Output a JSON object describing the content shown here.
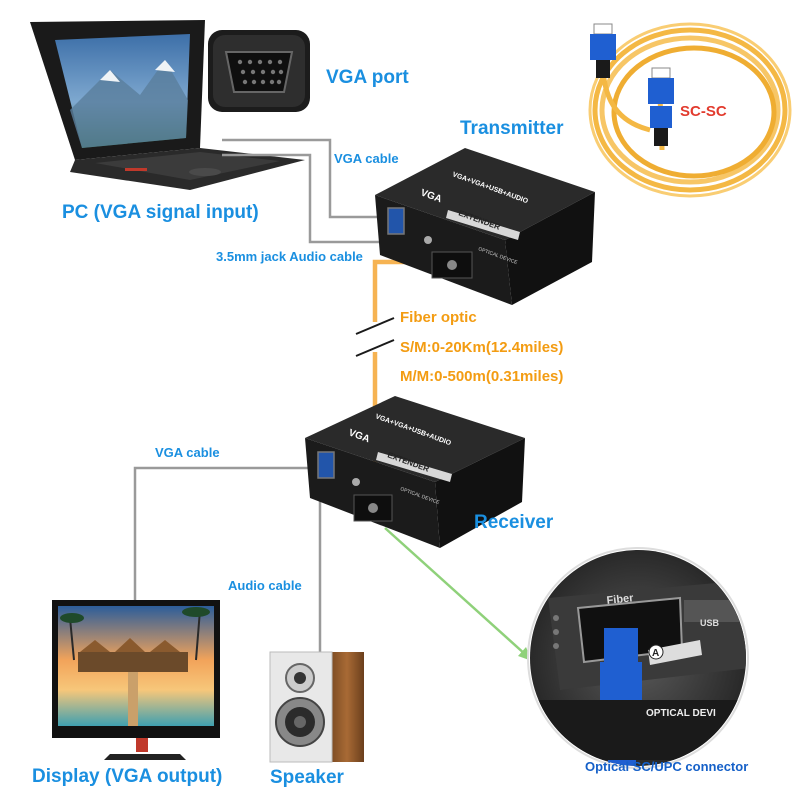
{
  "labels": {
    "vga_port": "VGA port",
    "transmitter": "Transmitter",
    "vga_cable_top": "VGA cable",
    "pc_input": "PC (VGA signal input)",
    "audio_cable_top": "3.5mm jack Audio cable",
    "fiber_title": "Fiber optic",
    "fiber_sm": "S/M:0-20Km(12.4miles)",
    "fiber_mm": "M/M:0-500m(0.31miles)",
    "vga_cable_bottom": "VGA cable",
    "receiver": "Receiver",
    "audio_cable_bottom": "Audio cable",
    "display_output": "Display (VGA output)",
    "speaker": "Speaker",
    "connector": "Optical SC/UPC connector",
    "sc_sc": "SC-SC"
  },
  "device_text": {
    "brand": "VGA",
    "model": "VGA+VGA+USB+AUDIO",
    "extender": "EXTENDER",
    "optical": "OPTICAL DEVICE",
    "zoom_fiber": "Fiber",
    "zoom_a": "A",
    "zoom_optical": "OPTICAL DEVI",
    "zoom_usb": "USB"
  },
  "colors": {
    "label_blue": "#1a8fe0",
    "fiber_orange": "#f6b352",
    "fiber_label": "#f39c12",
    "sc_red": "#e23b2e",
    "cable_gray": "#9a9a9a",
    "pointer_green": "#8fd17a",
    "connector_blue": "#1560c8",
    "device_black": "#1b1b1b"
  }
}
